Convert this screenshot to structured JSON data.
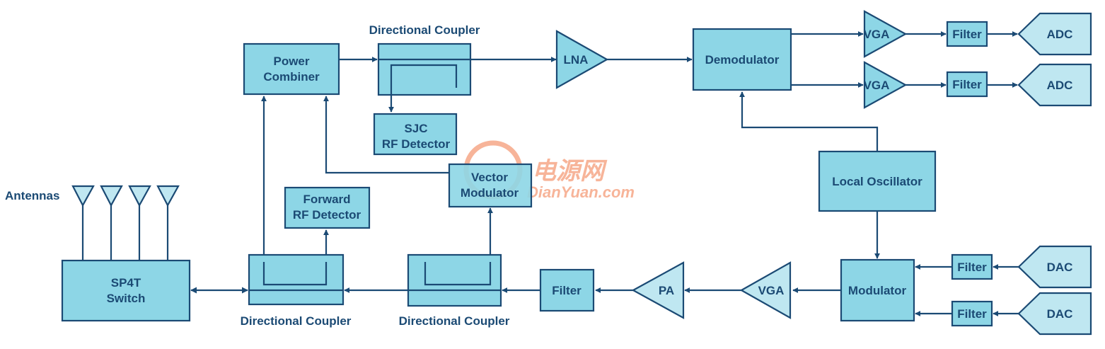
{
  "labels": {
    "antennas": "Antennas",
    "sp4t_line1": "SP4T",
    "sp4t_line2": "Switch",
    "coupler_top": "Directional Coupler",
    "coupler_bottom_left": "Directional Coupler",
    "coupler_bottom_right": "Directional Coupler",
    "power_combiner_line1": "Power",
    "power_combiner_line2": "Combiner",
    "sjc_line1": "SJC",
    "sjc_line2": "RF Detector",
    "forward_line1": "Forward",
    "forward_line2": "RF Detector",
    "vector_line1": "Vector",
    "vector_line2": "Modulator",
    "lna": "LNA",
    "demodulator": "Demodulator",
    "vga_rx_top": "VGA",
    "vga_rx_bottom": "VGA",
    "filter_rx_top": "Filter",
    "filter_rx_bottom": "Filter",
    "adc_top": "ADC",
    "adc_bottom": "ADC",
    "local_oscillator": "Local Oscillator",
    "modulator": "Modulator",
    "filter_tx_top": "Filter",
    "filter_tx_bottom": "Filter",
    "dac_top": "DAC",
    "dac_bottom": "DAC",
    "vga_tx": "VGA",
    "pa": "PA",
    "filter_tx": "Filter"
  },
  "watermark": {
    "cn": "电源网",
    "en": "DianYuan.com"
  },
  "colors": {
    "block_fill": "#8dd6e6",
    "block_light_fill": "#bfe7f1",
    "stroke": "#1b4a74",
    "watermark": "#f6a888"
  }
}
